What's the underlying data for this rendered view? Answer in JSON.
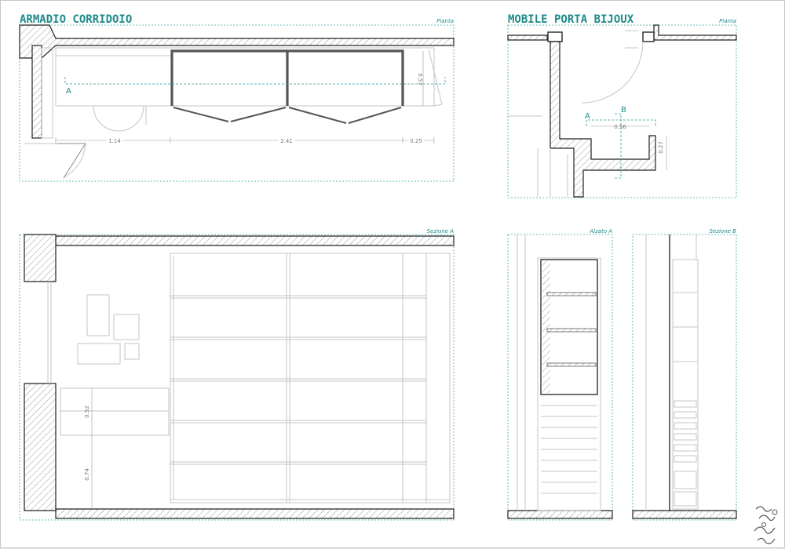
{
  "sheet": {
    "panels": {
      "armadio": {
        "title": "ARMADIO CORRIDOIO",
        "tag": "Pianta",
        "section_letter": "A"
      },
      "bijoux": {
        "title": "MOBILE PORTA BIJOUX",
        "tag": "Pianta",
        "section_a": "A",
        "section_b": "B"
      },
      "sezione_a": {
        "tag": "Sezione A"
      },
      "alzato_a": {
        "tag": "Alzato A"
      },
      "sezione_b": {
        "tag": "Sezione B"
      }
    },
    "dimensions": {
      "armadio_left": "1.14",
      "armadio_mid": "2.41",
      "armadio_right": "0.25",
      "armadio_depth": "0.57",
      "bijoux_width": "0.56",
      "bijoux_depth": "0.27",
      "sez_upper": "0.52",
      "sez_lower": "0.74"
    },
    "colors": {
      "accent": "#1f8a8a",
      "frame": "#3aa6a6",
      "wall": "#222222"
    },
    "logo_icon": "signature-logo-icon"
  }
}
